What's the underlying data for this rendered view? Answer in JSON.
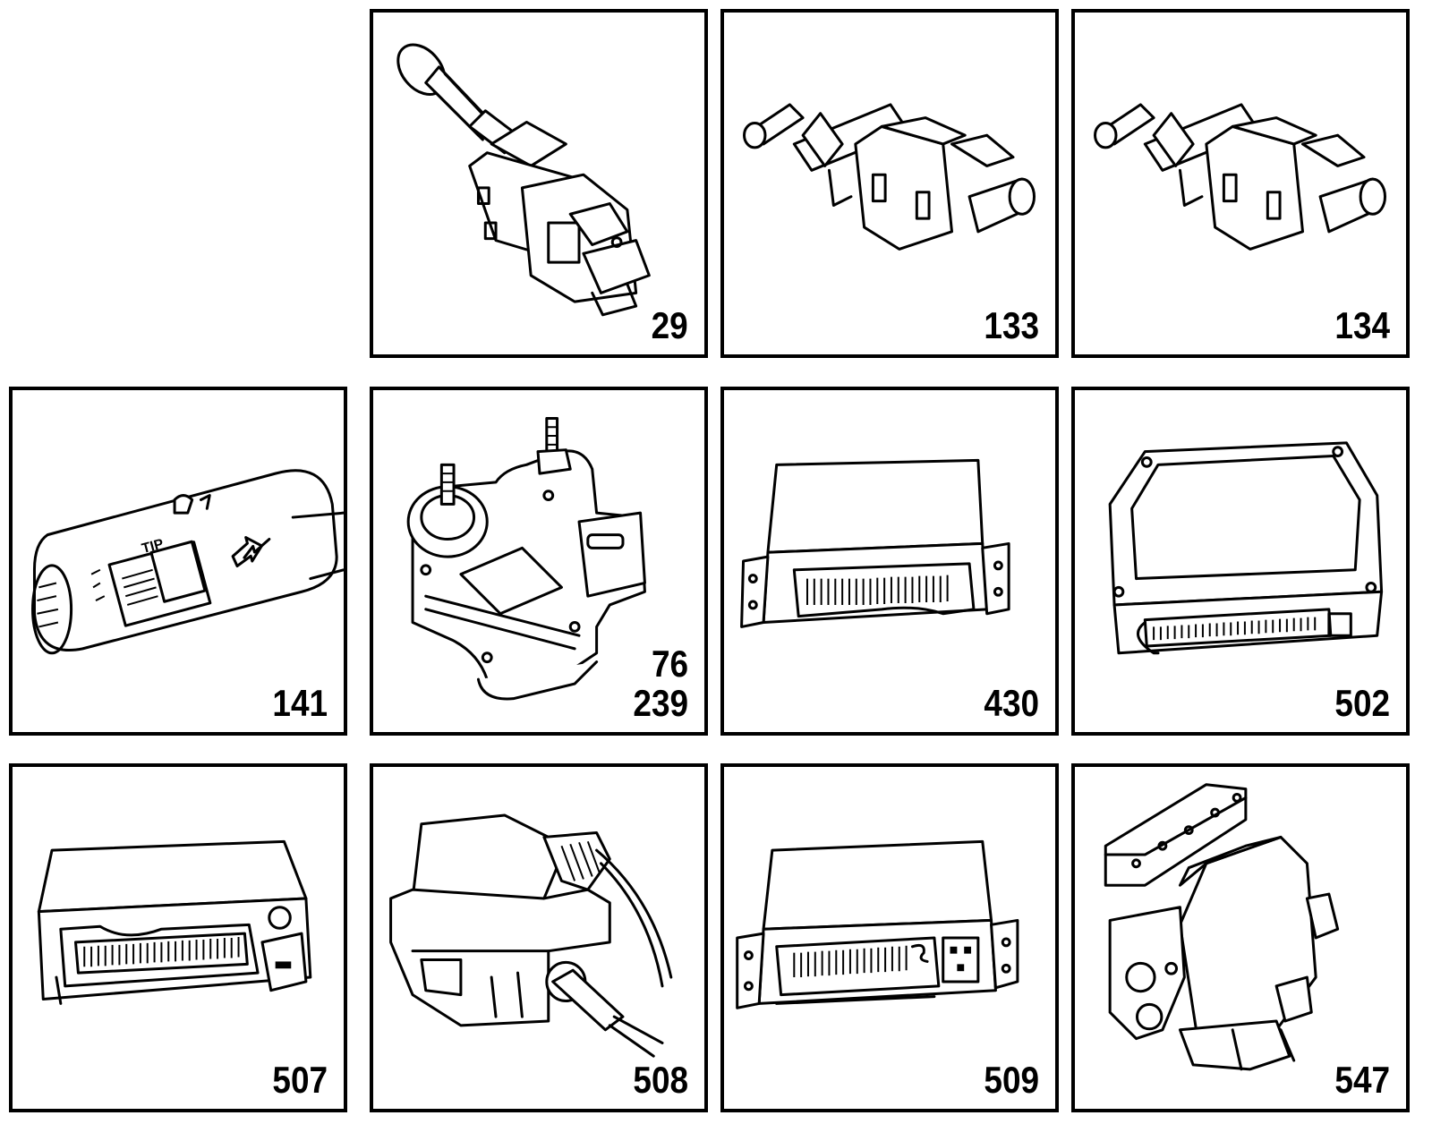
{
  "panels": [
    {
      "id": "p29",
      "labels": [
        "29"
      ]
    },
    {
      "id": "p133",
      "labels": [
        "133"
      ]
    },
    {
      "id": "p134",
      "labels": [
        "134"
      ]
    },
    {
      "id": "p141",
      "labels": [
        "141"
      ],
      "stalk_text": {
        "tip": "TIP"
      }
    },
    {
      "id": "p76",
      "labels": [
        "76",
        "239"
      ]
    },
    {
      "id": "p430",
      "labels": [
        "430"
      ]
    },
    {
      "id": "p502",
      "labels": [
        "502"
      ]
    },
    {
      "id": "p507",
      "labels": [
        "507"
      ]
    },
    {
      "id": "p508",
      "labels": [
        "508"
      ]
    },
    {
      "id": "p509",
      "labels": [
        "509"
      ]
    },
    {
      "id": "p547",
      "labels": [
        "547"
      ]
    }
  ],
  "colors": {
    "line": "#000000",
    "background": "#ffffff"
  }
}
